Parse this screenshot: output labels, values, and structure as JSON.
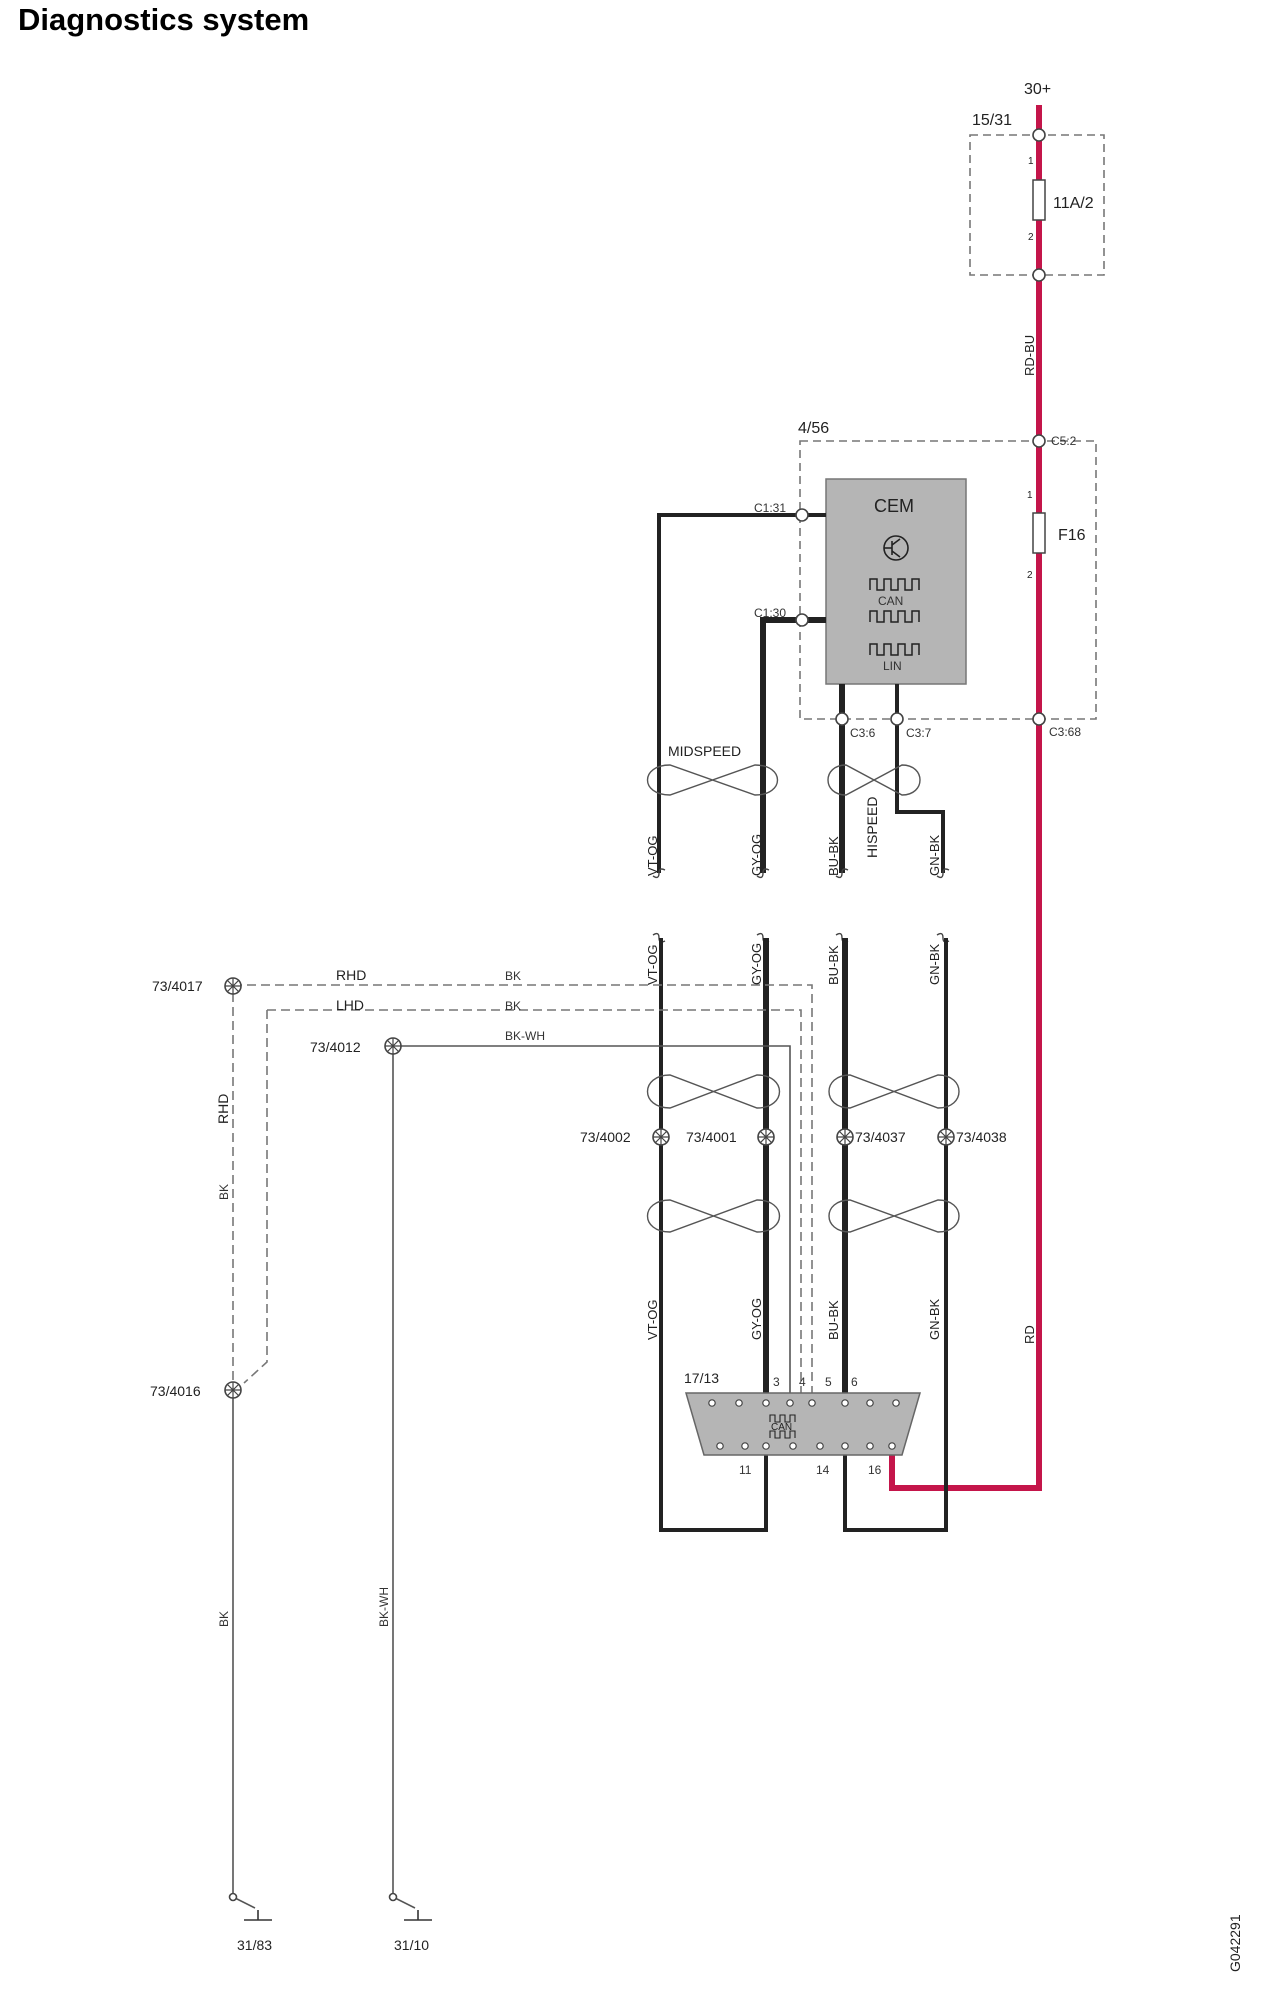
{
  "title": "Diagnostics system",
  "figure_id": "G042291",
  "power": {
    "supply": "30+",
    "fuse_box": "15/31",
    "fuse_box_fuse": "11A/2",
    "fuse_box_pin1": "1",
    "fuse_box_pin2": "2",
    "feed_wire": "RD-BU",
    "return_wire": "RD"
  },
  "cem_unit": {
    "box_label": "4/56",
    "name": "CEM",
    "can": "CAN",
    "lin": "LIN",
    "fuse": "F16",
    "fuse_pin1": "1",
    "fuse_pin2": "2",
    "conn_c52": "C5:2",
    "conn_c368": "C3:68",
    "conn_c131": "C1:31",
    "conn_c130": "C1:30",
    "conn_c36": "C3:6",
    "conn_c37": "C3:7"
  },
  "buses": {
    "midspeed": "MIDSPEED",
    "hispeed": "HISPEED"
  },
  "wire_colors": {
    "vt_og": "VT-OG",
    "gy_og": "GY-OG",
    "bu_bk": "BU-BK",
    "gn_bk": "GN-BK",
    "bk": "BK",
    "bk_wh": "BK-WH",
    "rhd": "RHD",
    "lhd": "LHD"
  },
  "splices": {
    "s4017": "73/4017",
    "s4012": "73/4012",
    "s4016": "73/4016",
    "s4002": "73/4002",
    "s4001": "73/4001",
    "s4037": "73/4037",
    "s4038": "73/4038"
  },
  "dlc": {
    "label": "17/13",
    "can": "CAN",
    "pin3": "3",
    "pin4": "4",
    "pin5": "5",
    "pin6": "6",
    "pin11": "11",
    "pin14": "14",
    "pin16": "16"
  },
  "grounds": {
    "g3183": "31/83",
    "g3110": "31/10"
  },
  "colors": {
    "power_wire": "#c4154a",
    "signal_wire": "#222222",
    "module_fill": "#b5b5b5",
    "dashed_box": "#777777"
  }
}
